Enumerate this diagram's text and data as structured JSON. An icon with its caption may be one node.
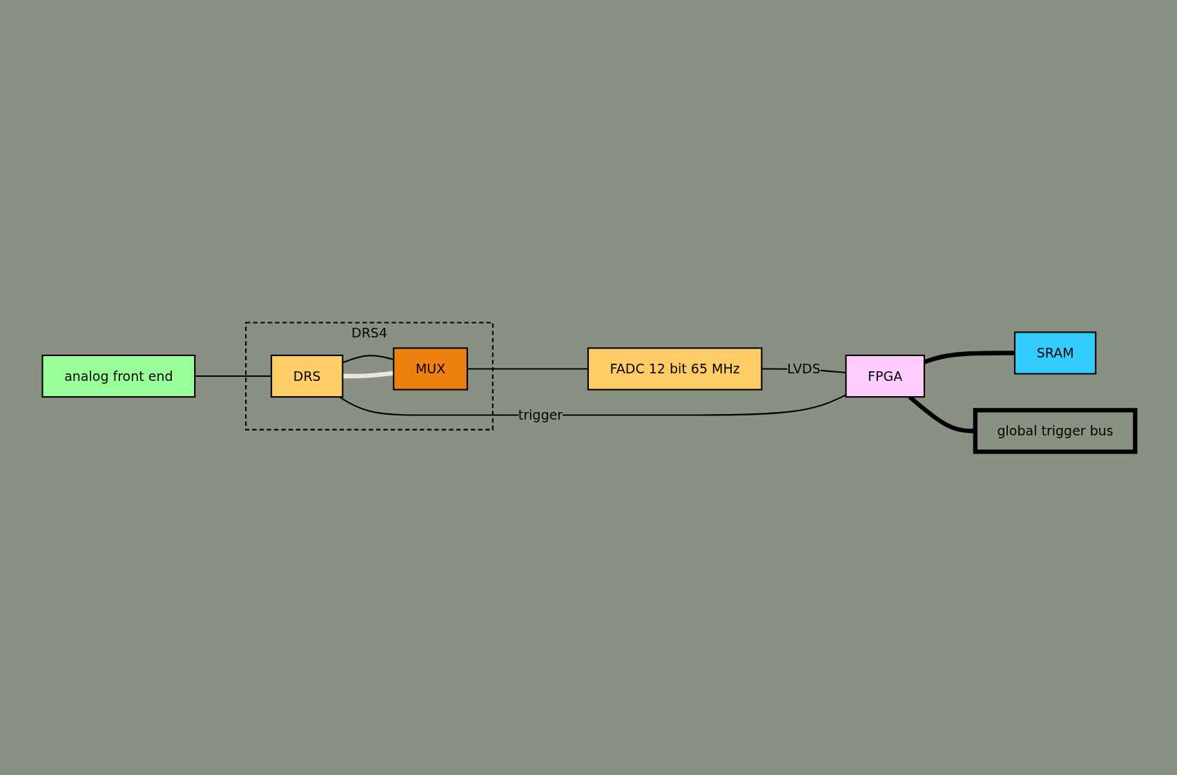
{
  "diagram": {
    "nodes": [
      {
        "text": [
          "analog front end"
        ]
      },
      {
        "text": [
          "DRS4"
        ]
      },
      {
        "text": [
          "DRS"
        ],
        "in": 1
      },
      {
        "text": [
          "MUX"
        ],
        "in": 1
      },
      {
        "text": [
          "FADC 12 bit 65 MHz"
        ]
      },
      {
        "text": [
          "FPGA"
        ]
      },
      {
        "text": [
          "SRAM"
        ]
      },
      {
        "text": [
          "global trigger bus"
        ]
      }
    ],
    "edges": [
      {
        "from": 0,
        "to": 2,
        "arrow": "none"
      },
      {
        "from": 2,
        "to": 3,
        "arrow": "none"
      },
      {
        "from": 3,
        "to": 4,
        "arrow": "none"
      },
      {
        "from": 4,
        "to": 5,
        "arrow": "none",
        "label": "LVDS"
      },
      {
        "from": 2,
        "to": 5,
        "arrow": "none",
        "label": "trigger"
      },
      {
        "from": 3,
        "to": 2,
        "arrow": "none",
        "style": "thick",
        "color": "#ece6da"
      },
      {
        "from": 5,
        "to": 6,
        "arrow": "none",
        "style": "thick"
      },
      {
        "from": 5,
        "to": 7,
        "arrow": "none",
        "style": "thick"
      }
    ]
  }
}
